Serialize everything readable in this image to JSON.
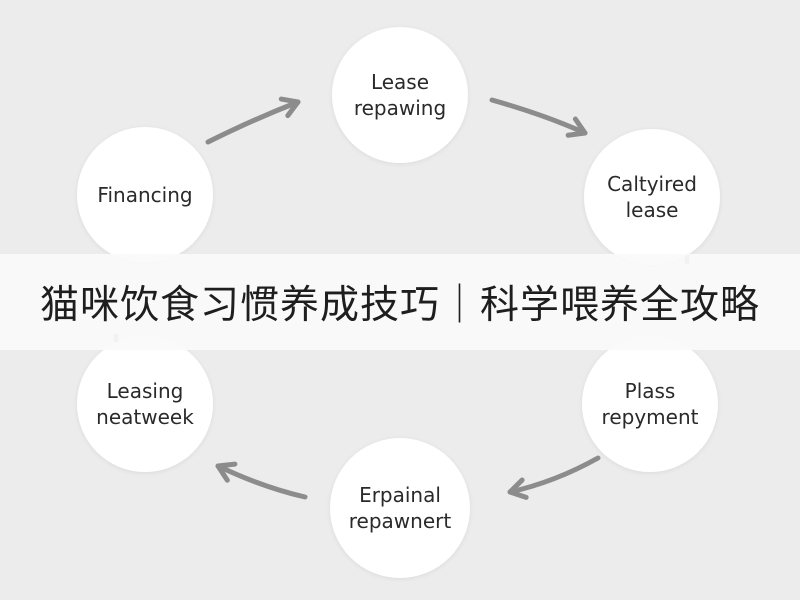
{
  "diagram": {
    "nodes": [
      {
        "id": "lease-repawing",
        "lines": [
          "Lease",
          "repawing"
        ]
      },
      {
        "id": "caltyired-lease",
        "lines": [
          "Caltyired",
          "lease"
        ]
      },
      {
        "id": "plass-repyment",
        "lines": [
          "Plass",
          "repyment"
        ]
      },
      {
        "id": "erpainal-repawnert",
        "lines": [
          "Erpainal",
          "repawnert"
        ]
      },
      {
        "id": "leasing-neatweek",
        "lines": [
          "Leasing",
          "neatweek"
        ]
      },
      {
        "id": "financing",
        "lines": [
          "Financing"
        ]
      }
    ]
  },
  "banner": {
    "title": "猫咪饮食习惯养成技巧｜科学喂养全攻略"
  },
  "colors": {
    "background": "#ececec",
    "node_fill": "#ffffff",
    "arrow": "#8c8c8c",
    "text": "#2a2a2a",
    "banner_bg": "#fafafa"
  }
}
